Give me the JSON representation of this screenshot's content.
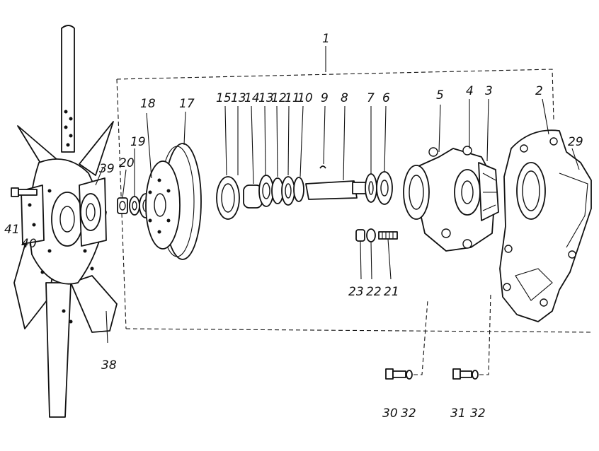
{
  "colors": {
    "ink": "#111111",
    "paper": "#ffffff"
  },
  "labels": {
    "l1": "1",
    "l2": "2",
    "l3": "3",
    "l4": "4",
    "l5": "5",
    "l6": "6",
    "l7": "7",
    "l8": "8",
    "l9": "9",
    "l10": "10",
    "l11": "11",
    "l12": "12",
    "l13a": "13",
    "l13b": "13",
    "l14": "14",
    "l15": "15",
    "l17": "17",
    "l18": "18",
    "l19": "19",
    "l20": "20",
    "l21": "21",
    "l22": "22",
    "l23": "23",
    "l29": "29",
    "l30": "30",
    "l31": "31",
    "l32a": "32",
    "l32b": "32",
    "l38": "38",
    "l39": "39",
    "l40": "40",
    "l41": "41"
  }
}
